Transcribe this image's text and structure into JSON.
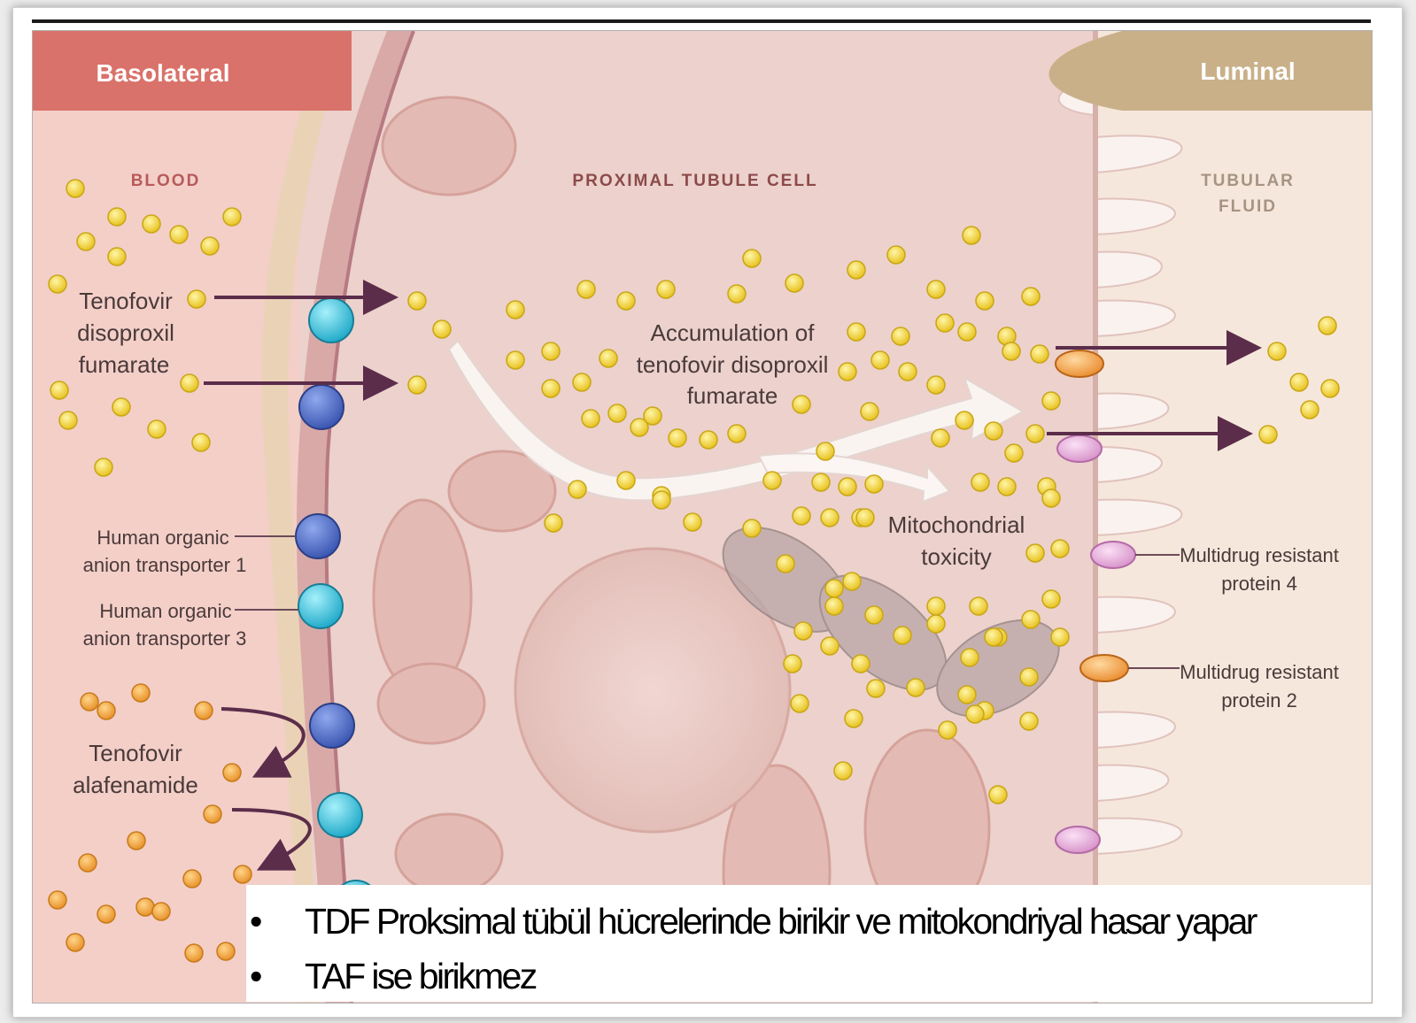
{
  "figure": {
    "header_left": "Basolateral",
    "header_right": "Luminal",
    "region_blood": "BLOOD",
    "region_cell": "PROXIMAL TUBULE CELL",
    "region_fluid_line1": "TUBULAR",
    "region_fluid_line2": "FLUID",
    "tdf_label": [
      "Tenofovir",
      "disoproxil",
      "fumarate"
    ],
    "oat1_label": [
      "Human organic",
      "anion transporter 1"
    ],
    "oat3_label": [
      "Human organic",
      "anion transporter 3"
    ],
    "taf_label": [
      "Tenofovir",
      "alafenamide"
    ],
    "accumulation_label": [
      "Accumulation of",
      "tenofovir disoproxil",
      "fumarate"
    ],
    "mito_label": [
      "Mitochondrial",
      "toxicity"
    ],
    "mrp4_label": [
      "Multidrug resistant",
      "protein 4"
    ],
    "mrp2_label": [
      "Multidrug resistant",
      "protein 2"
    ]
  },
  "colors": {
    "basolateral_header": "#d9726a",
    "luminal_header": "#c9b089",
    "blood_bg": "#f3cfc8",
    "cell_bg": "#ecd1cc",
    "fluid_bg": "#f6e7dc",
    "drug_tdf": "#f2d43c",
    "drug_taf": "#f0a43a",
    "oat1_blue": "#4f6fc8",
    "oat3_cyan": "#3ec6e0",
    "mrp4_pink": "#e6a6d8",
    "mrp2_orange": "#f0a04a",
    "arrow": "#5b2d4a"
  },
  "caption": {
    "bullets": [
      "TDF Proksimal tübül hücrelerinde birikir ve mitokondriyal hasar yapar",
      "TAF  ise birikmez"
    ]
  }
}
